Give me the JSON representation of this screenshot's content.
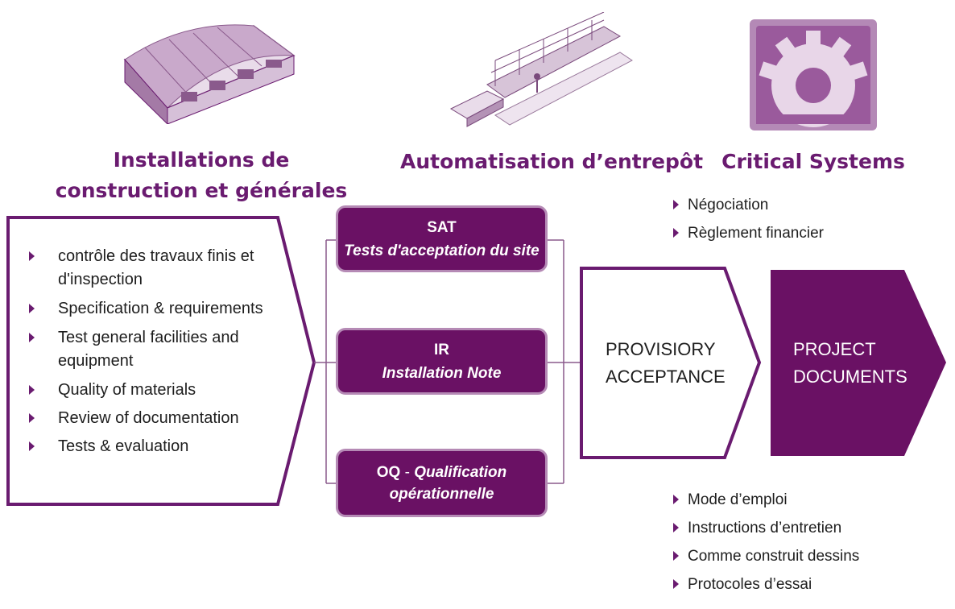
{
  "colors": {
    "accent": "#6a1b70",
    "box_fill": "#6a1164",
    "box_border": "#b58ab5"
  },
  "icons": {
    "left": "warehouse-building-icon",
    "middle": "automated-conveyor-icon",
    "right": "gear-icon"
  },
  "titles": {
    "left_line1": "Installations de",
    "left_line2": "construction et générales",
    "middle": "Automatisation d’entrepôt",
    "right": "Critical Systems"
  },
  "left_panel": {
    "items": [
      "contrôle des travaux finis et d'inspection",
      "Specification & requirements",
      "Test general facilities and equipment",
      "Quality of materials",
      "Review of documentation",
      "Tests & evaluation"
    ]
  },
  "middle_boxes": {
    "sat": {
      "label": "SAT",
      "sub": "Tests d'acceptation du site"
    },
    "ir": {
      "label": "IR",
      "sub": "Installation Note"
    },
    "oq": {
      "label": "OQ",
      "dash": " - ",
      "sub1": "Qualification",
      "sub2": "opérationnelle"
    }
  },
  "provisory": {
    "line1": "PROVISIORY",
    "line2": "ACCEPTANCE"
  },
  "project": {
    "line1": "PROJECT",
    "line2": "DOCUMENTS"
  },
  "top_right_list": [
    "Négociation",
    "Règlement financier"
  ],
  "bottom_right_list": [
    "Mode d’emploi",
    "Instructions d’entretien",
    "Comme construit dessins",
    "Protocoles d’essai"
  ]
}
